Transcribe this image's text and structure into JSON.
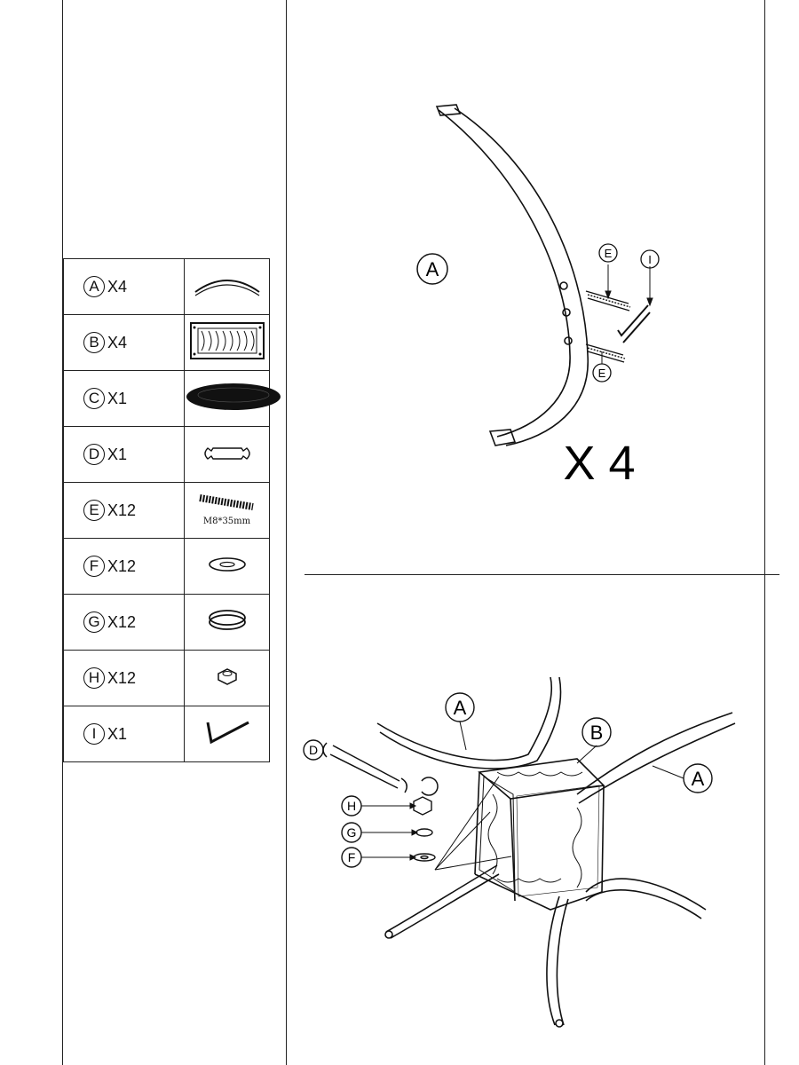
{
  "parts": [
    {
      "letter": "A",
      "qty": "X4",
      "icon": "arc-leg-icon",
      "spec": ""
    },
    {
      "letter": "B",
      "qty": "X4",
      "icon": "decorative-panel-icon",
      "spec": ""
    },
    {
      "letter": "C",
      "qty": "X1",
      "icon": "oval-tabletop-icon",
      "spec": ""
    },
    {
      "letter": "D",
      "qty": "X1",
      "icon": "wrench-icon",
      "spec": ""
    },
    {
      "letter": "E",
      "qty": "X12",
      "icon": "threaded-bolt-icon",
      "spec": "M8*35mm"
    },
    {
      "letter": "F",
      "qty": "X12",
      "icon": "flat-washer-icon",
      "spec": ""
    },
    {
      "letter": "G",
      "qty": "X12",
      "icon": "spring-washer-icon",
      "spec": ""
    },
    {
      "letter": "H",
      "qty": "X12",
      "icon": "hex-nut-icon",
      "spec": ""
    },
    {
      "letter": "I",
      "qty": "X1",
      "icon": "allen-key-icon",
      "spec": ""
    }
  ],
  "step1": {
    "leg_label": "A",
    "bolt_label_top": "E",
    "bolt_label_bottom": "E",
    "key_label": "I",
    "multiplier": "X 4"
  },
  "step2": {
    "leg_label_left": "A",
    "leg_label_right": "A",
    "frame_label": "B",
    "wrench_label": "D",
    "nut_label": "H",
    "spring_washer_label": "G",
    "flat_washer_label": "F"
  }
}
